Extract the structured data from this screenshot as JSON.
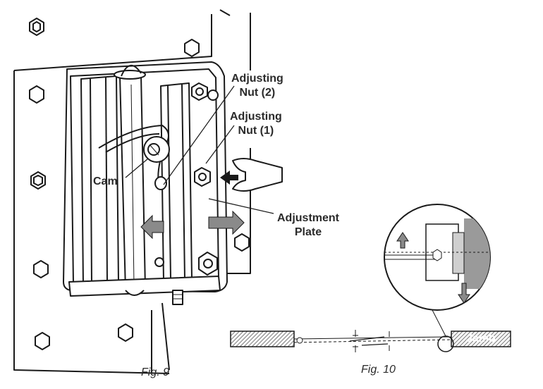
{
  "fig9": {
    "labels": {
      "nut2_line1": "Adjusting",
      "nut2_line2": "Nut (2)",
      "nut1_line1": "Adjusting",
      "nut1_line2": "Nut (1)",
      "cam": "Cam",
      "plate_line1": "Adjustment",
      "plate_line2": "Plate"
    },
    "caption": "Fig. 9"
  },
  "fig10": {
    "jamb_label": "Jamb",
    "caption": "Fig. 10"
  },
  "colors": {
    "ink": "#1a1a1a",
    "arrow_gray": "#8a8a8a",
    "hatch": "#555555",
    "jamb_fill": "#9a9a9a"
  }
}
